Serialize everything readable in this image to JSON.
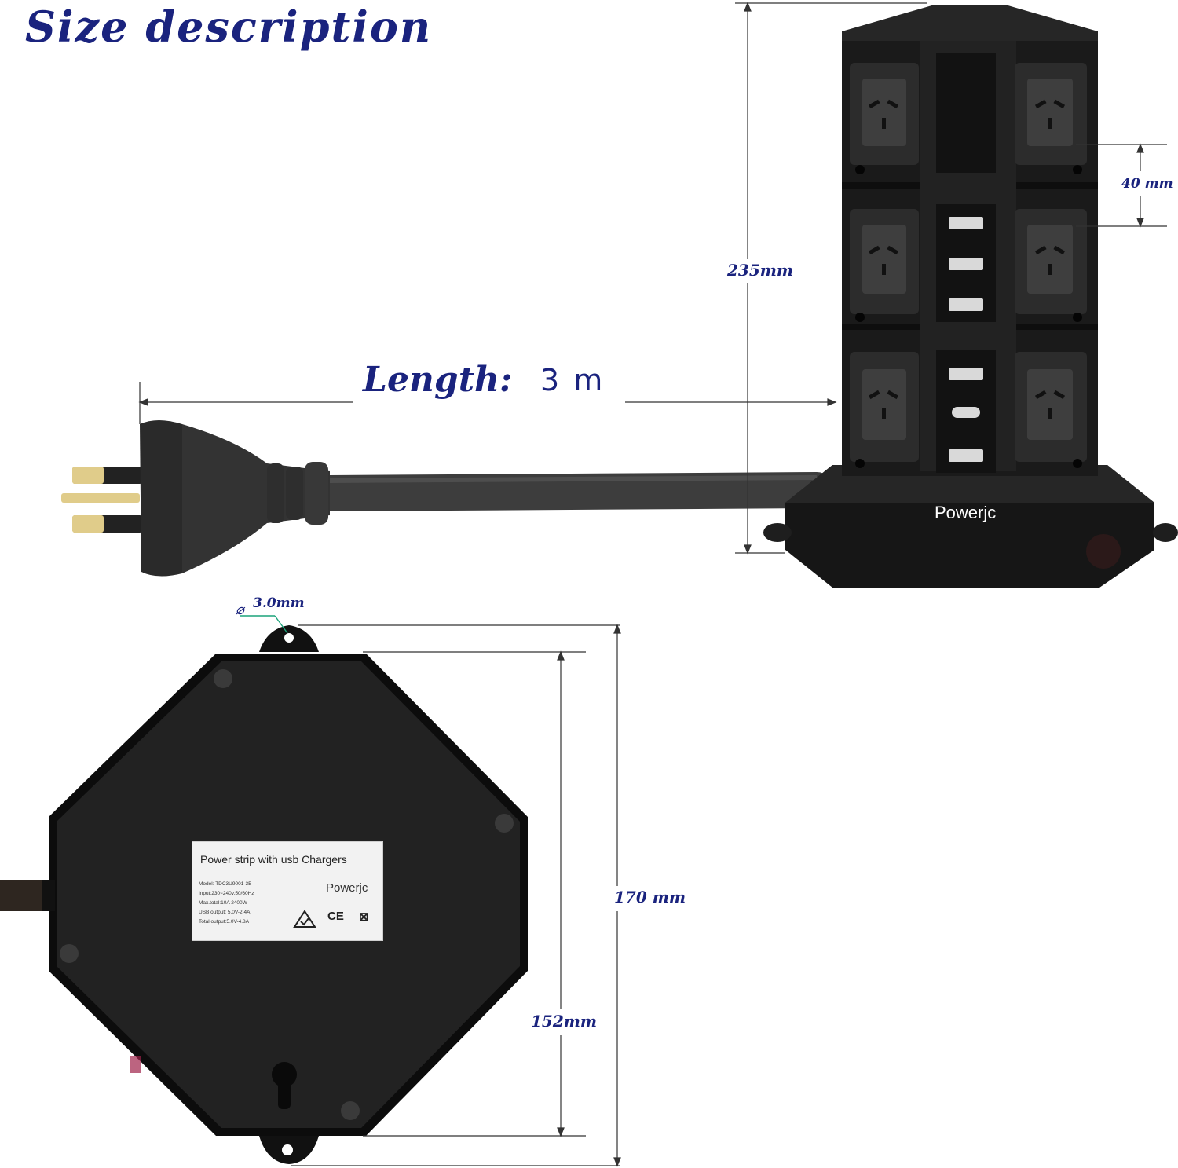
{
  "title": "Size description",
  "length": {
    "label": "Length:",
    "value": "3 m"
  },
  "dimensions": {
    "height": "235mm",
    "outlet_spacing": "40 mm",
    "hole_diameter": "3.0mm",
    "base_outer": "170 mm",
    "base_inner": "152mm",
    "diameter_symbol": "⌀"
  },
  "product": {
    "brand": "Powerjc",
    "label_title": "Power strip with usb Chargers",
    "specs": [
      "Model: TDC3U9001-3B",
      "Input:230~240v,50/60Hz",
      "Max.total:10A 2400W",
      "USB output: 5.0V-2.4A",
      "Total output:5.0V-4.8A"
    ],
    "marks": [
      "CE",
      "⊠"
    ]
  },
  "colors": {
    "annotation": "#1a237e",
    "body": "#1c1c1c",
    "panel": "#262626",
    "socket": "#3b3b3b",
    "pin": "#d8c27a"
  }
}
